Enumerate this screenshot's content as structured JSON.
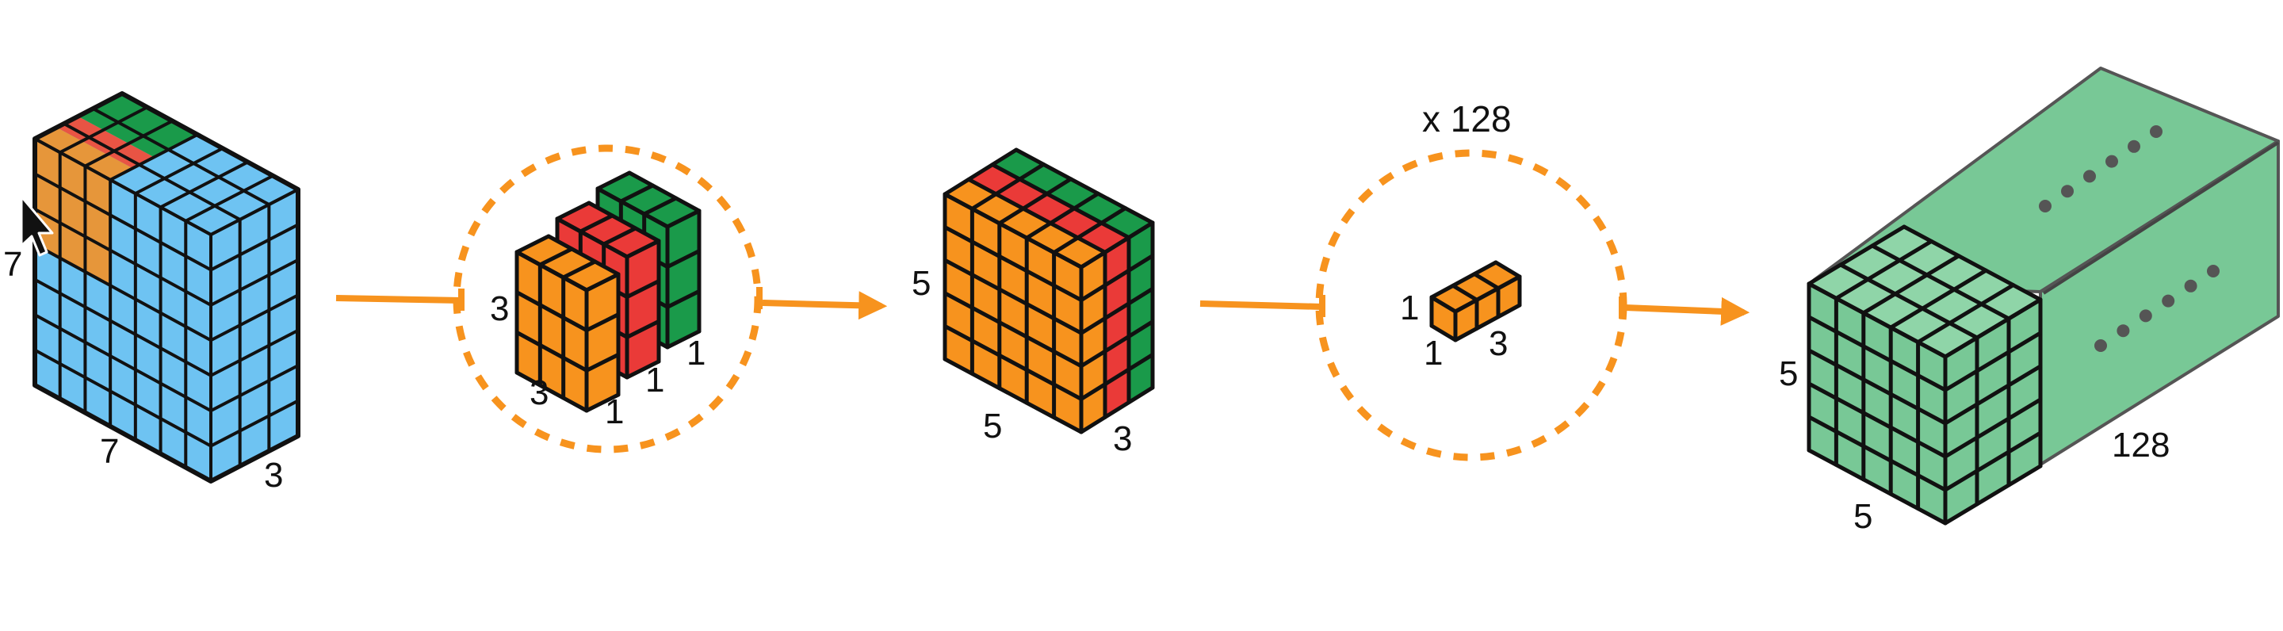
{
  "colors": {
    "blue": "#6ec3f2",
    "orange": "#f7931e",
    "red": "#ea3a38",
    "green": "#1a9a4a",
    "light_green": "#78c896",
    "cube_top_green": "#8fd5a8",
    "accent_orange": "#f7931e",
    "outline": "#111111"
  },
  "icons": {
    "cursor": "mouse-pointer-icon"
  },
  "input_block": {
    "height": "7",
    "width": "7",
    "depth": "3"
  },
  "kernels": {
    "height": "3",
    "width": "3",
    "depth_1": "1",
    "depth_2": "1",
    "depth_3": "1"
  },
  "depthwise_output": {
    "height": "5",
    "width": "5",
    "depth": "3"
  },
  "pointwise_kernel": {
    "multiplier": "x 128",
    "height": "1",
    "width": "1",
    "depth": "3"
  },
  "final_output": {
    "height": "5",
    "width": "5",
    "depth": "128"
  }
}
